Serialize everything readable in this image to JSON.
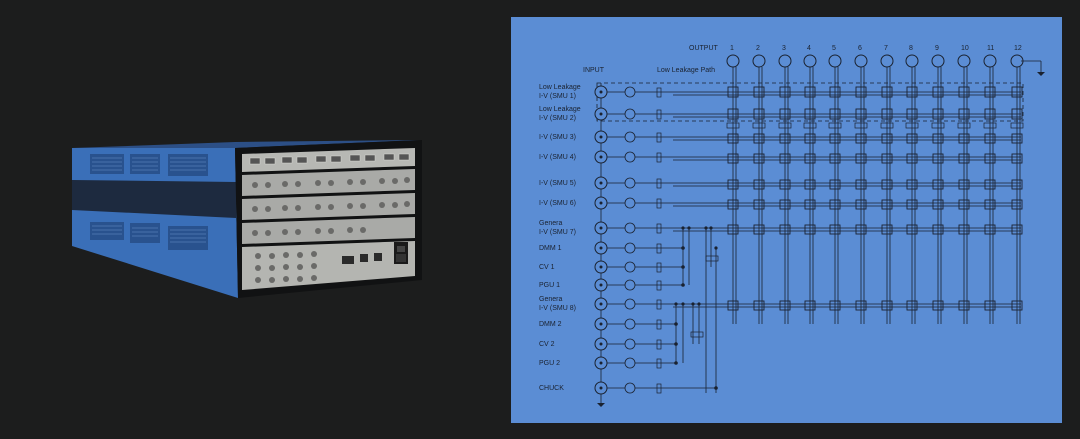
{
  "device": {
    "name": "switch-matrix-instrument",
    "colors": {
      "body": "#3a6fb8",
      "panel": "#a9aaa7",
      "frame": "#151515"
    }
  },
  "schematic": {
    "background": "#5b8dd4",
    "ink": "#1a2230",
    "output_label": "OUTPUT",
    "input_label": "INPUT",
    "low_leakage_path_label": "Low Leakage Path",
    "outputs": [
      "1",
      "2",
      "3",
      "4",
      "5",
      "6",
      "7",
      "8",
      "9",
      "10",
      "11",
      "12"
    ],
    "inputs": [
      {
        "lines": [
          "Low Leakage",
          "I-V (SMU 1)"
        ],
        "group": "lowleak"
      },
      {
        "lines": [
          "Low Leakage",
          "I-V (SMU 2)"
        ],
        "group": "lowleak"
      },
      {
        "lines": [
          "I-V (SMU 3)"
        ],
        "group": "matrix"
      },
      {
        "lines": [
          "I-V (SMU 4)"
        ],
        "group": "matrix"
      },
      {
        "lines": [
          "I-V (SMU 5)"
        ],
        "group": "matrix"
      },
      {
        "lines": [
          "I-V (SMU 6)"
        ],
        "group": "matrix"
      },
      {
        "lines": [
          "Genera",
          "I-V (SMU 7)"
        ],
        "group": "matrix"
      },
      {
        "lines": [
          "DMM 1"
        ],
        "group": "bus1"
      },
      {
        "lines": [
          "CV 1"
        ],
        "group": "bus1"
      },
      {
        "lines": [
          "PGU 1"
        ],
        "group": "bus1"
      },
      {
        "lines": [
          "Genera",
          "I-V (SMU 8)"
        ],
        "group": "matrix"
      },
      {
        "lines": [
          "DMM 2"
        ],
        "group": "bus2"
      },
      {
        "lines": [
          "CV 2"
        ],
        "group": "bus2"
      },
      {
        "lines": [
          "PGU 2"
        ],
        "group": "bus2"
      },
      {
        "lines": [
          "CHUCK"
        ],
        "group": "chuck"
      }
    ]
  }
}
